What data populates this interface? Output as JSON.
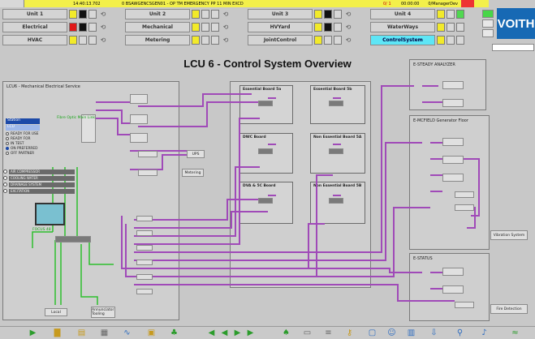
{
  "alarm_bar": {
    "time": "14:40:13.702",
    "message": "0 BSAWGENCSGEN01 - OP TM EMERGENCY PP 11 MIN EXCD",
    "count": "0/ 1",
    "time2": "00:00:00",
    "manager": "0/ManagerDev"
  },
  "nav": {
    "rows": [
      [
        "Unit 1",
        "Unit 2",
        "Unit 3",
        "Unit 4"
      ],
      [
        "Electrical",
        "Mechanical",
        "HVYard",
        "WaterWays"
      ],
      [
        "HVAC",
        "Metering",
        "JointControl",
        "ControlSystem"
      ]
    ]
  },
  "logo": "VOITH",
  "title": "LCU 6 - Control System Overview",
  "panels": {
    "left": "LCU6 - Mechanical Electrical Service",
    "top_right": "E-STEADY ANALYZER",
    "mid_right": "E-MCFIELD Generator Floor",
    "bottom_right": "E-STATUS"
  },
  "boards": {
    "b1": "Essential Board 5a",
    "b2": "Essential Board 5b",
    "b3": "DWC Board",
    "b4": "Non Essential Board 5A",
    "b5": "DVA & 5C Board",
    "b6": "Non Essential Board 5B"
  },
  "labels": {
    "fibre": "Fibre Optic Main Link",
    "monitor": "FOCUS 48",
    "left_btn1": "UPS",
    "left_btn2": "Metering",
    "bottom_btn1": "Local",
    "bottom_btn2": "Annunciator Tooling",
    "right_btn1": "Vibration System",
    "right_btn2": "Fire Detection"
  },
  "legend": {
    "header": "Station",
    "subheader": "LCU",
    "items": [
      {
        "label": "READY FOR USE",
        "on": false
      },
      {
        "label": "READY FOR",
        "on": false
      },
      {
        "label": "IN TEST",
        "on": false
      },
      {
        "label": "ON PREFERRED",
        "on": true
      },
      {
        "label": "OFF PARTNER",
        "on": false
      }
    ]
  },
  "status_items": [
    "AIR COMPRESSOR",
    "COOLING WATER",
    "DRAINAGE SYSTEM",
    "EXCITATION"
  ]
}
